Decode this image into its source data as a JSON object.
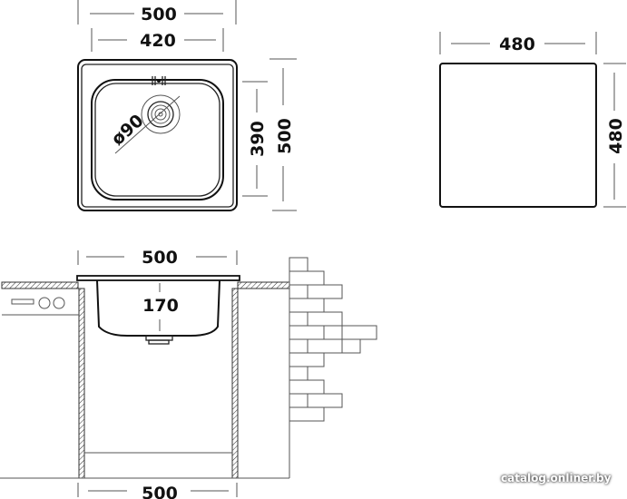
{
  "top_view": {
    "overall_width": "500",
    "bowl_width": "420",
    "bowl_length": "390",
    "overall_length": "500",
    "drain_diameter": "ø90"
  },
  "cutout_view": {
    "width": "480",
    "length": "480"
  },
  "section_view": {
    "rim_width": "500",
    "bowl_depth": "170",
    "cabinet_width": "500"
  },
  "watermark": "catalog.onliner.by"
}
